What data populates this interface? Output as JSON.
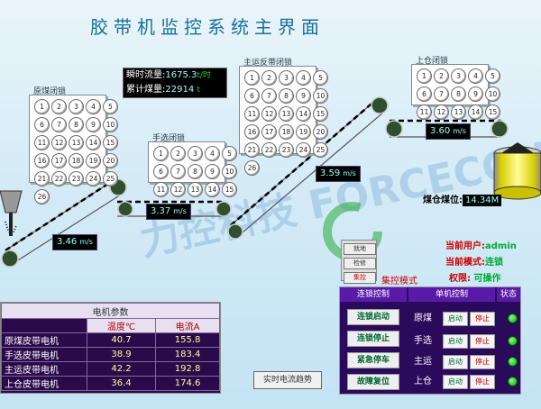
{
  "title": "胶带机监控系统主界面",
  "watermark": "力控科技 FORCECON",
  "locks": {
    "raw": {
      "title": "原煤闭锁",
      "count": 26
    },
    "hand": {
      "title": "手选闭锁",
      "count": 15
    },
    "main": {
      "title": "主运反带闭锁",
      "count": 26
    },
    "upper": {
      "title": "上仓闭锁",
      "count": 15
    }
  },
  "flow": {
    "instant_label": "瞬时流量:",
    "instant_value": "1675.3",
    "instant_unit": "t/时",
    "total_label": "累计煤量:",
    "total_value": "22914",
    "total_unit": "t"
  },
  "speeds": {
    "s1": "3.46",
    "s2": "3.37",
    "s3": "3.59",
    "s4": "3.60",
    "unit": "m/s"
  },
  "bunker": {
    "label": "煤仓煤位:",
    "value": "14.34",
    "unit": "M"
  },
  "user": {
    "user_label": "当前用户:",
    "user_value": "admin",
    "mode_label": "当前模式:",
    "mode_value": "连锁",
    "perm_label": "权限:",
    "perm_value": "可操作"
  },
  "mode_box": {
    "b1": "就地",
    "b2": "检修",
    "b3": "集控",
    "active_label": "集控模式"
  },
  "motor": {
    "title": "电机参数",
    "col_temp": "温度℃",
    "col_current": "电流A",
    "rows": [
      {
        "name": "原煤皮带电机",
        "temp": "40.7",
        "current": "155.8"
      },
      {
        "name": "手选皮带电机",
        "temp": "38.9",
        "current": "183.4"
      },
      {
        "name": "主运皮带电机",
        "temp": "42.2",
        "current": "192.8"
      },
      {
        "name": "上仓皮带电机",
        "temp": "36.4",
        "current": "174.6"
      }
    ]
  },
  "trend_button": "实时电流趋势",
  "control": {
    "interlock_header": "连锁控制",
    "unit_header": "单机控制",
    "status_header": "状态",
    "start_interlock": "连锁启动",
    "stop_interlock": "连锁停止",
    "emergency_stop": "紧急停车",
    "fault_reset": "故障复位",
    "start": "启动",
    "stop": "停止",
    "units": [
      "原煤",
      "手选",
      "主运",
      "上仓"
    ]
  },
  "colors": {
    "accent": "#5a1aa8",
    "panel_bg": "#2a0a5a",
    "status_on": "#00aa00",
    "title": "#1a6fa0"
  }
}
